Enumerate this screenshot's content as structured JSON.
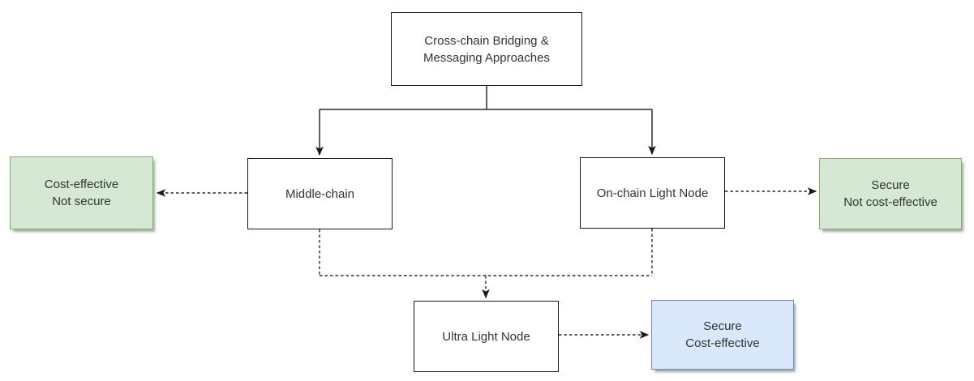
{
  "diagram": {
    "title": "Cross-chain Bridging & Messaging Approaches",
    "nodes": {
      "root": {
        "lines": [
          "Cross-chain Bridging &",
          "Messaging Approaches"
        ],
        "kind": "topic"
      },
      "middle_chain": {
        "lines": [
          "Middle-chain"
        ],
        "kind": "approach"
      },
      "on_chain": {
        "lines": [
          "On-chain Light Node"
        ],
        "kind": "approach"
      },
      "ultra": {
        "lines": [
          "Ultra Light Node"
        ],
        "kind": "approach"
      },
      "left_outcome": {
        "lines": [
          "Cost-effective",
          "Not secure"
        ],
        "kind": "outcome-green"
      },
      "right_outcome": {
        "lines": [
          "Secure",
          "Not cost-effective"
        ],
        "kind": "outcome-green"
      },
      "bottom_outcome": {
        "lines": [
          "Secure",
          "Cost-effective"
        ],
        "kind": "outcome-blue"
      }
    },
    "edges": [
      {
        "from": "root",
        "to": "middle_chain",
        "style": "solid",
        "arrow": true
      },
      {
        "from": "root",
        "to": "on_chain",
        "style": "solid",
        "arrow": true
      },
      {
        "from": "middle_chain",
        "to": "left_outcome",
        "style": "dashed",
        "arrow": true
      },
      {
        "from": "on_chain",
        "to": "right_outcome",
        "style": "dashed",
        "arrow": true
      },
      {
        "from": "middle_chain",
        "to": "ultra",
        "style": "dashed",
        "arrow": true
      },
      {
        "from": "on_chain",
        "to": "ultra",
        "style": "dashed",
        "arrow": true
      },
      {
        "from": "ultra",
        "to": "bottom_outcome",
        "style": "dashed",
        "arrow": true
      }
    ],
    "colors": {
      "background": "#ffffff",
      "node_fill": "#ffffff",
      "node_border": "#1a1a1a",
      "green_fill": "#d5e8d4",
      "green_border": "#82b366",
      "blue_fill": "#dae8fc",
      "blue_border": "#6c8ebf",
      "line": "#2a2a2a",
      "text": "#333333"
    }
  }
}
